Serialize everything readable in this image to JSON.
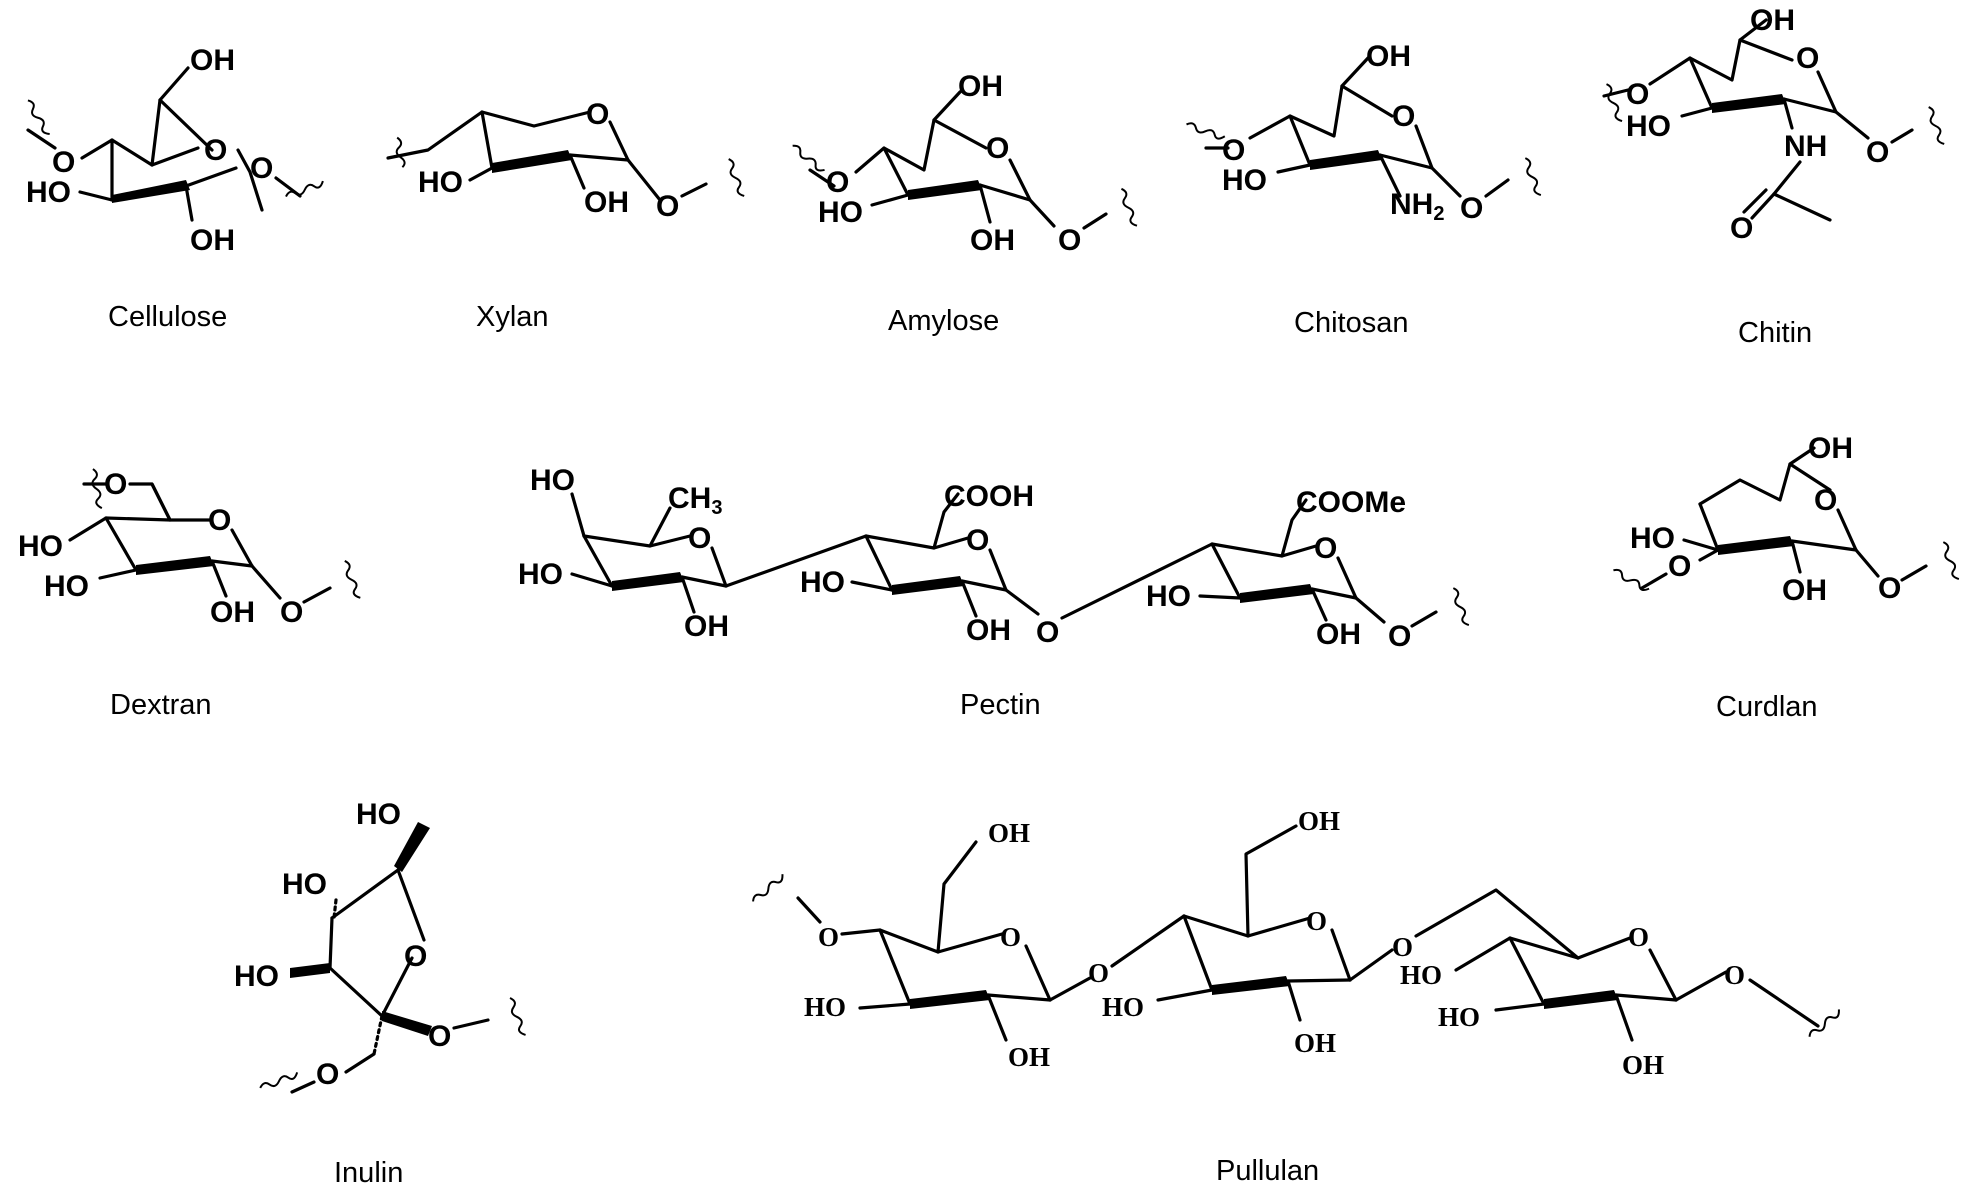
{
  "structures": [
    {
      "key": "cellulose",
      "name": "Cellulose"
    },
    {
      "key": "xylan",
      "name": "Xylan"
    },
    {
      "key": "amylose",
      "name": "Amylose"
    },
    {
      "key": "chitosan",
      "name": "Chitosan"
    },
    {
      "key": "chitin",
      "name": "Chitin"
    },
    {
      "key": "dextran",
      "name": "Dextran"
    },
    {
      "key": "pectin",
      "name": "Pectin"
    },
    {
      "key": "curdlan",
      "name": "Curdlan"
    },
    {
      "key": "inulin",
      "name": "Inulin"
    },
    {
      "key": "pullulan",
      "name": "Pullulan"
    }
  ],
  "atom_labels": {
    "oh": "OH",
    "ho": "HO",
    "o": "O",
    "nh": "NH",
    "nh2_main": "NH",
    "nh2_sub": "2",
    "ch3_main": "CH",
    "ch3_sub": "3",
    "cooh": "COOH",
    "coome": "COOMe"
  },
  "colors": {
    "ink": "#000000",
    "background": "#ffffff"
  }
}
